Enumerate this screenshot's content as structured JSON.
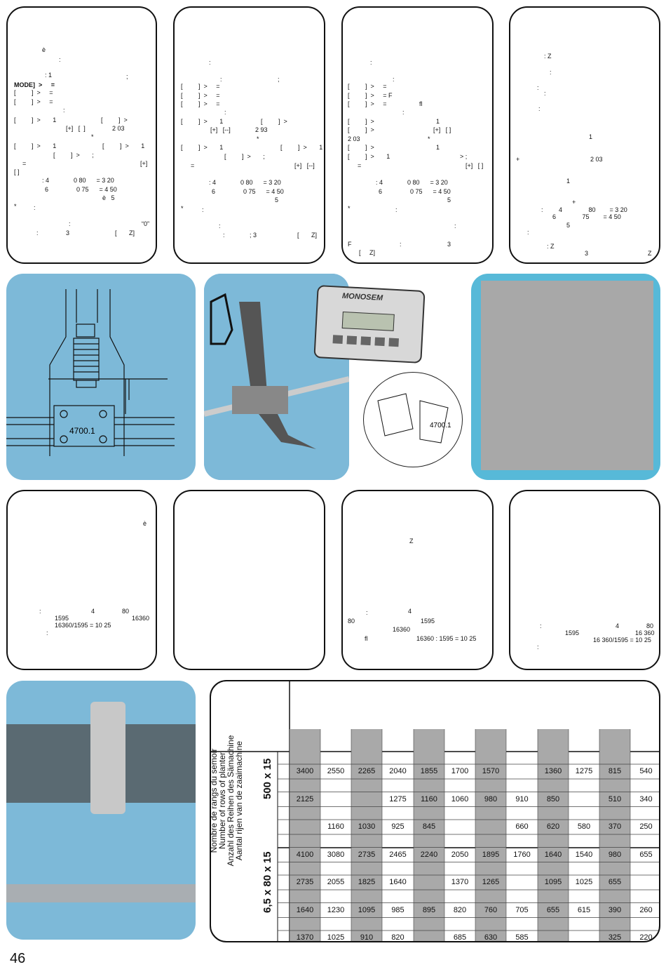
{
  "page_number": "46",
  "boxes_top": [
    {
      "lines": [
        [
          "è",
          60,
          66
        ],
        [
          ":",
          84,
          80
        ],
        [
          ": 1",
          64,
          102
        ],
        [
          ";",
          180,
          104
        ],
        [
          "MODE]  >     =",
          20,
          116
        ],
        [
          "[         ]  >     =",
          20,
          127
        ],
        [
          "[         ]  >     =",
          20,
          140
        ],
        [
          ":",
          90,
          152
        ],
        [
          "[         ]  >       1",
          20,
          166
        ],
        [
          "[         ]  >",
          144,
          166
        ],
        [
          "[+]   [  ]",
          94,
          178
        ],
        [
          "2 03",
          160,
          178
        ],
        [
          "*",
          130,
          190
        ],
        [
          "[         ]  >       1",
          20,
          203
        ],
        [
          "[         ]  >       1",
          146,
          203
        ],
        [
          "[         ]  >       ;",
          76,
          216
        ],
        [
          "=",
          32,
          228
        ],
        [
          "[+]",
          200,
          228
        ],
        [
          "[ ]",
          20,
          240
        ],
        [
          ": 4              0 80      = 3 20",
          60,
          252
        ],
        [
          "6                0 75      = 4 50",
          64,
          265
        ],
        [
          "è   5",
          146,
          277
        ],
        [
          "*",
          20,
          289
        ],
        [
          ":",
          48,
          291
        ],
        [
          ":",
          98,
          314
        ],
        [
          "“0”",
          202,
          314
        ],
        [
          ":",
          52,
          327
        ],
        [
          "3",
          94,
          327
        ],
        [
          "[       Z]",
          164,
          327
        ]
      ]
    },
    {
      "lines": [
        [
          ":",
          298,
          84
        ],
        [
          ":",
          314,
          108
        ],
        [
          ";",
          396,
          108
        ],
        [
          "[         ]  >     =",
          258,
          118
        ],
        [
          "[         ]  >     =",
          258,
          131
        ],
        [
          "[         ]  >     =",
          258,
          143
        ],
        [
          ":",
          320,
          155
        ],
        [
          "[         ]  >       1",
          258,
          168
        ],
        [
          "[         ]  >",
          372,
          168
        ],
        [
          "[+]   [--]",
          300,
          180
        ],
        [
          "2 93",
          364,
          180
        ],
        [
          "*",
          366,
          193
        ],
        [
          "[         ]  >       1",
          258,
          205
        ],
        [
          "[         ]  >       1",
          400,
          205
        ],
        [
          "[         ]  >       ;",
          320,
          218
        ],
        [
          "=",
          272,
          231
        ],
        [
          "[+]   [--]",
          420,
          231
        ],
        [
          ": 4              0 80      = 3 20",
          298,
          255
        ],
        [
          "6                0 75      = 4 50",
          302,
          268
        ],
        [
          "5",
          392,
          280
        ],
        [
          "*",
          258,
          292
        ],
        [
          ":",
          288,
          294
        ],
        [
          ":",
          312,
          317
        ],
        [
          ":",
          318,
          330
        ],
        [
          "; 3",
          356,
          330
        ],
        [
          "[       Z]",
          424,
          330
        ]
      ]
    },
    {
      "lines": [
        [
          ":",
          528,
          84
        ],
        [
          ":",
          560,
          108
        ],
        [
          "[         ]  >     =",
          496,
          118
        ],
        [
          "[         ]  >     = F",
          496,
          131
        ],
        [
          "[         ]  >     =",
          496,
          143
        ],
        [
          "fl",
          598,
          143
        ],
        [
          ":",
          574,
          155
        ],
        [
          "[         ]  >",
          496,
          168
        ],
        [
          "1",
          622,
          168
        ],
        [
          "[         ]  >",
          496,
          180
        ],
        [
          "[+]   [ ]",
          618,
          180
        ],
        [
          "2 03",
          496,
          193
        ],
        [
          "*",
          610,
          193
        ],
        [
          "[         ]  >",
          496,
          205
        ],
        [
          "1",
          622,
          205
        ],
        [
          "[         ]  >       1",
          496,
          218
        ],
        [
          "> ;",
          656,
          218
        ],
        [
          "=",
          510,
          231
        ],
        [
          "[+]   [ ]",
          664,
          231
        ],
        [
          ": 4              0 80      = 3 20",
          536,
          255
        ],
        [
          "6                0 75      = 4 50",
          540,
          268
        ],
        [
          "5",
          638,
          280
        ],
        [
          "*",
          496,
          292
        ],
        [
          ":",
          564,
          294
        ],
        [
          ":",
          648,
          317
        ],
        [
          "F",
          496,
          343
        ],
        [
          ":",
          570,
          343
        ],
        [
          "3",
          638,
          343
        ],
        [
          "[     Z]",
          512,
          355
        ]
      ]
    },
    {
      "lines": [
        [
          ": Z",
          776,
          75
        ],
        [
          ":",
          784,
          98
        ],
        [
          ":",
          766,
          120
        ],
        [
          ":",
          776,
          128
        ],
        [
          ":",
          768,
          150
        ],
        [
          "1",
          840,
          190
        ],
        [
          "+",
          736,
          222
        ],
        [
          "2 03",
          842,
          222
        ],
        [
          "1",
          808,
          253
        ],
        [
          "+",
          816,
          283
        ],
        [
          ":         4               80        = 3 20",
          772,
          294
        ],
        [
          "6               75        = 4 50",
          788,
          304
        ],
        [
          "5",
          808,
          316
        ],
        [
          ":",
          752,
          326
        ],
        [
          ": Z",
          780,
          346
        ],
        [
          "3",
          834,
          356
        ],
        [
          "Z",
          924,
          356
        ]
      ]
    }
  ],
  "boxes_mid": [
    {
      "lines": [
        [
          "è",
          204,
          741
        ],
        [
          ":",
          56,
          866
        ],
        [
          "4",
          130,
          866
        ],
        [
          "80",
          174,
          866
        ],
        [
          "1595",
          78,
          876
        ],
        [
          "16360",
          188,
          876
        ],
        [
          "16360/1595 = 10 25",
          78,
          886
        ],
        [
          ":",
          66,
          897
        ]
      ]
    },
    {
      "lines": []
    },
    {
      "lines": [
        [
          "Z",
          584,
          766
        ],
        [
          ":",
          522,
          868
        ],
        [
          "4",
          582,
          866
        ],
        [
          "80",
          496,
          880
        ],
        [
          "1595",
          600,
          880
        ],
        [
          "16360",
          560,
          892
        ],
        [
          "fl",
          520,
          905
        ],
        [
          "16360 : 1595 = 10 25",
          594,
          905
        ]
      ]
    },
    {
      "lines": [
        [
          ":",
          770,
          887
        ],
        [
          "4",
          878,
          887
        ],
        [
          "80",
          922,
          887
        ],
        [
          "1595",
          806,
          897
        ],
        [
          "16 360",
          906,
          897
        ],
        [
          "16 360/1595 = 10 25",
          846,
          907
        ],
        [
          ":",
          766,
          917
        ]
      ]
    }
  ],
  "diagram": {
    "label": "4700.1"
  },
  "device": {
    "brand": "MONOSEM",
    "sensor_label": "4700.1"
  },
  "table": {
    "rotated_labels": [
      "Nombre de rangs du semoir",
      "Number of rows of planter",
      "Anzahl des Reihen des Sämachine",
      "Aantal rijen van de zaaimachine"
    ],
    "wheel_a": "500 x 15",
    "wheel_b": "6,5 x 80 x 15",
    "rows": [
      [
        "3400",
        "2550",
        "2265",
        "2040",
        "1855",
        "1700",
        "1570",
        "",
        "1360",
        "1275",
        "815",
        "540"
      ],
      [
        "2125",
        "",
        "",
        "1275",
        "1160",
        "1060",
        "980",
        "910",
        "850",
        "",
        "510",
        "340"
      ],
      [
        "",
        "1160",
        "1030",
        "925",
        "845",
        "",
        "",
        "660",
        "620",
        "580",
        "370",
        "250"
      ],
      [
        "4100",
        "3080",
        "2735",
        "2465",
        "2240",
        "2050",
        "1895",
        "1760",
        "1640",
        "1540",
        "980",
        "655"
      ],
      [
        "2735",
        "2055",
        "1825",
        "1640",
        "",
        "1370",
        "1265",
        "",
        "1095",
        "1025",
        "655",
        ""
      ],
      [
        "1640",
        "1230",
        "1095",
        "985",
        "895",
        "820",
        "760",
        "705",
        "655",
        "615",
        "390",
        "260"
      ],
      [
        "1370",
        "1025",
        "910",
        "820",
        "",
        "685",
        "630",
        "585",
        "",
        "",
        "325",
        "220"
      ]
    ]
  },
  "colors": {
    "photo_blue": "#7db9d8",
    "grey_column": "#a9a9a9",
    "grey_header": "#9c9c9c"
  }
}
